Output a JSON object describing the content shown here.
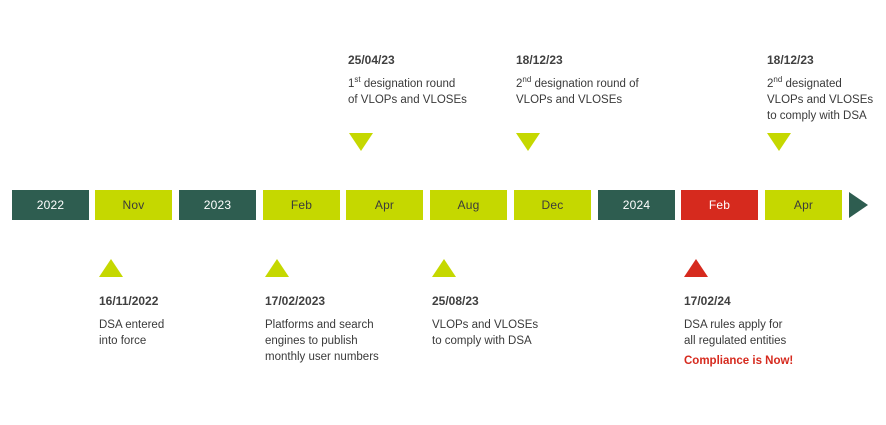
{
  "colors": {
    "year_bar": "#2e5d50",
    "month_bar": "#c5d800",
    "highlight_bar": "#d62a1e",
    "marker": "#c5d800",
    "highlight_marker": "#d62a1e",
    "alert_text": "#d62a1e"
  },
  "timeline": {
    "segments": [
      {
        "label": "2022",
        "kind": "year"
      },
      {
        "label": "Nov",
        "kind": "month"
      },
      {
        "label": "2023",
        "kind": "year"
      },
      {
        "label": "Feb",
        "kind": "month"
      },
      {
        "label": "Apr",
        "kind": "month"
      },
      {
        "label": "Aug",
        "kind": "month"
      },
      {
        "label": "Dec",
        "kind": "month"
      },
      {
        "label": "2024",
        "kind": "year"
      },
      {
        "label": "Feb",
        "kind": "highlight"
      },
      {
        "label": "Apr",
        "kind": "month"
      }
    ]
  },
  "events_above": [
    {
      "date": "25/04/23",
      "ord": "1",
      "ord_suffix": "st",
      "line1_rest": " designation round",
      "line2": "of VLOPs and VLOSEs"
    },
    {
      "date": "18/12/23",
      "ord": "2",
      "ord_suffix": "nd",
      "line1_rest": " designation round of",
      "line2": "VLOPs and VLOSEs"
    },
    {
      "date": "18/12/23",
      "ord": "2",
      "ord_suffix": "nd",
      "line1_rest": " designated",
      "line2": "VLOPs and VLOSEs",
      "line3": "to comply with DSA"
    }
  ],
  "events_below": [
    {
      "date": "16/11/2022",
      "lines": [
        "DSA entered",
        "into force"
      ]
    },
    {
      "date": "17/02/2023",
      "lines": [
        "Platforms and search",
        "engines to publish",
        "monthly user numbers"
      ]
    },
    {
      "date": "25/08/23",
      "lines": [
        "VLOPs and VLOSEs",
        "to comply with DSA"
      ]
    },
    {
      "date": "17/02/24",
      "lines": [
        "DSA rules apply for",
        "all regulated entities"
      ],
      "note": "Compliance is Now!"
    }
  ]
}
